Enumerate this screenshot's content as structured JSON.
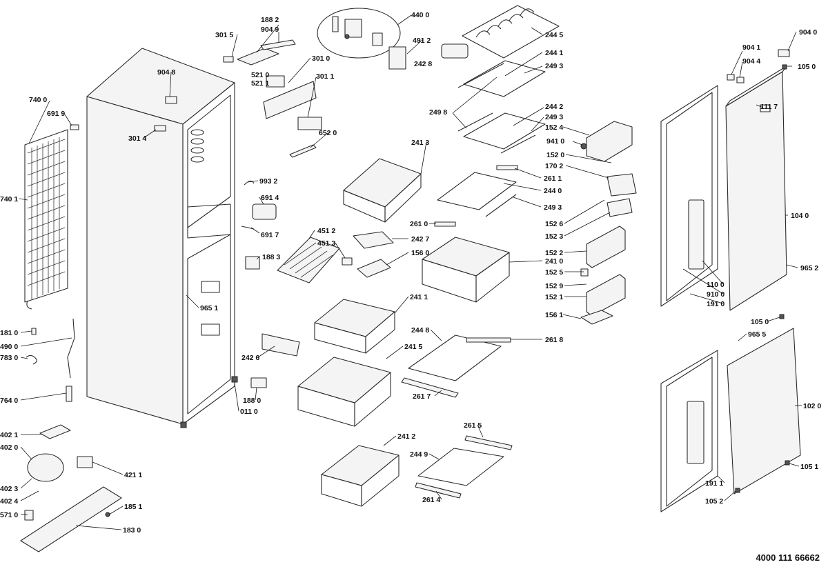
{
  "document_number": "4000 111 66662",
  "callouts": [
    {
      "id": "c3015",
      "text": "301 5"
    },
    {
      "id": "c1882",
      "text": "188 2"
    },
    {
      "id": "c9049",
      "text": "904 9"
    },
    {
      "id": "c4400",
      "text": "440 0"
    },
    {
      "id": "c4912",
      "text": "491 2"
    },
    {
      "id": "c2428",
      "text": "242 8"
    },
    {
      "id": "c2445",
      "text": "244 5"
    },
    {
      "id": "c2441",
      "text": "244 1"
    },
    {
      "id": "c2493a",
      "text": "249 3"
    },
    {
      "id": "c9040",
      "text": "904 0"
    },
    {
      "id": "c9041",
      "text": "904 1"
    },
    {
      "id": "c9044",
      "text": "904 4"
    },
    {
      "id": "c1050a",
      "text": "105 0"
    },
    {
      "id": "c7400",
      "text": "740 0"
    },
    {
      "id": "c6919",
      "text": "691 9"
    },
    {
      "id": "c9048",
      "text": "904 8"
    },
    {
      "id": "c3010",
      "text": "301 0"
    },
    {
      "id": "c5210",
      "text": "521 0"
    },
    {
      "id": "c5211",
      "text": "521 1"
    },
    {
      "id": "c3011",
      "text": "301 1"
    },
    {
      "id": "c2498",
      "text": "249 8"
    },
    {
      "id": "c2442",
      "text": "244 2"
    },
    {
      "id": "c2493b",
      "text": "249 3"
    },
    {
      "id": "c1524",
      "text": "152 4"
    },
    {
      "id": "c1117",
      "text": "111 7"
    },
    {
      "id": "c3014",
      "text": "301 4"
    },
    {
      "id": "c6520",
      "text": "652 0"
    },
    {
      "id": "c2413",
      "text": "241 3"
    },
    {
      "id": "c9410",
      "text": "941 0"
    },
    {
      "id": "c1520",
      "text": "152 0"
    },
    {
      "id": "c1702",
      "text": "170 2"
    },
    {
      "id": "c2611",
      "text": "261 1"
    },
    {
      "id": "c9932",
      "text": "993 2"
    },
    {
      "id": "c2440",
      "text": "244 0"
    },
    {
      "id": "c7401",
      "text": "740 1"
    },
    {
      "id": "c6914",
      "text": "691 4"
    },
    {
      "id": "c2493c",
      "text": "249 3"
    },
    {
      "id": "c1040",
      "text": "104 0"
    },
    {
      "id": "c2610",
      "text": "261 0"
    },
    {
      "id": "c1526",
      "text": "152 6"
    },
    {
      "id": "c4512",
      "text": "451 2"
    },
    {
      "id": "c6917",
      "text": "691 7"
    },
    {
      "id": "c1523",
      "text": "152 3"
    },
    {
      "id": "c2427",
      "text": "242 7"
    },
    {
      "id": "c4513",
      "text": "451 3"
    },
    {
      "id": "c1560",
      "text": "156 0"
    },
    {
      "id": "c1883",
      "text": "188 3"
    },
    {
      "id": "c1522",
      "text": "152 2"
    },
    {
      "id": "c2410",
      "text": "241 0"
    },
    {
      "id": "c1525",
      "text": "152 5"
    },
    {
      "id": "c9652a",
      "text": "965 2"
    },
    {
      "id": "c1529",
      "text": "152 9"
    },
    {
      "id": "c1100",
      "text": "110 0"
    },
    {
      "id": "c1521",
      "text": "152 1"
    },
    {
      "id": "c9100",
      "text": "910 0"
    },
    {
      "id": "c9651",
      "text": "965 1"
    },
    {
      "id": "c2411",
      "text": "241 1"
    },
    {
      "id": "c1910",
      "text": "191 0"
    },
    {
      "id": "c1561",
      "text": "156 1"
    },
    {
      "id": "c1810",
      "text": "181 0"
    },
    {
      "id": "c1050b",
      "text": "105 0"
    },
    {
      "id": "c2448",
      "text": "244 8"
    },
    {
      "id": "c9655",
      "text": "965 5"
    },
    {
      "id": "c4900",
      "text": "490 0"
    },
    {
      "id": "c2618",
      "text": "261 8"
    },
    {
      "id": "c7830",
      "text": "783 0"
    },
    {
      "id": "c2426",
      "text": "242 6"
    },
    {
      "id": "c2415",
      "text": "241 5"
    },
    {
      "id": "c2617",
      "text": "261 7"
    },
    {
      "id": "c1020",
      "text": "102 0"
    },
    {
      "id": "c7640",
      "text": "764 0"
    },
    {
      "id": "c1880",
      "text": "188 0"
    },
    {
      "id": "c0110",
      "text": "011 0"
    },
    {
      "id": "c4021",
      "text": "402 1"
    },
    {
      "id": "c2615",
      "text": "261 5"
    },
    {
      "id": "c4020",
      "text": "402 0"
    },
    {
      "id": "c2412",
      "text": "241 2"
    },
    {
      "id": "c2449",
      "text": "244 9"
    },
    {
      "id": "c4211",
      "text": "421 1"
    },
    {
      "id": "c1051",
      "text": "105 1"
    },
    {
      "id": "c4023",
      "text": "402 3"
    },
    {
      "id": "c1911",
      "text": "191 1"
    },
    {
      "id": "c4024",
      "text": "402 4"
    },
    {
      "id": "c1851",
      "text": "185 1"
    },
    {
      "id": "c2614",
      "text": "261 4"
    },
    {
      "id": "c1052",
      "text": "105 2"
    },
    {
      "id": "c5710",
      "text": "571 0"
    },
    {
      "id": "c1830",
      "text": "183 0"
    }
  ]
}
